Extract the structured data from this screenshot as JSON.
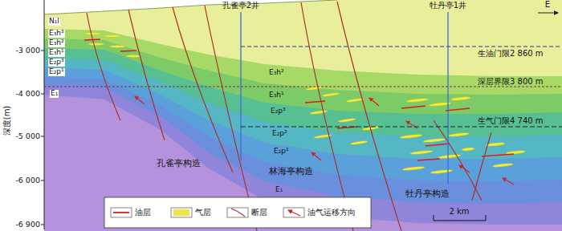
{
  "diagram": {
    "labels": [
      "孔雀亭2井",
      "牡丹亭1井",
      "E",
      "N₁l",
      "E₃h³",
      "E₃h²",
      "E₃h¹",
      "E₂p³",
      "E₂p¹",
      "E₁",
      "E₃h²",
      "E₃h¹",
      "E₂p³",
      "E₂p²",
      "E₂p¹",
      "E₁",
      "生油门限2 860 m",
      "深层界限3 800 m",
      "生气门限4 740 m",
      "深度(m)",
      "-3 000",
      "-4 000",
      "-5 000",
      "-6 000",
      "-6 900",
      "孔雀亭构造",
      "林海亭构造",
      "牡丹亭构造",
      "2 km"
    ],
    "legend": [
      {
        "text": "油层"
      },
      {
        "text": "气层",
        "color": "#ece84a"
      },
      {
        "text": "断层"
      },
      {
        "text": "油气运移方向"
      }
    ]
  }
}
